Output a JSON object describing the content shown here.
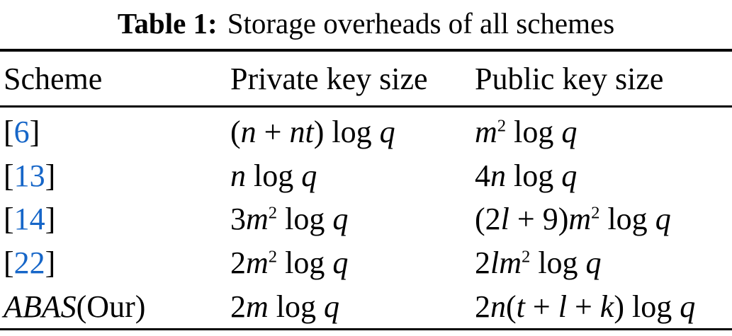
{
  "colors": {
    "background": "#ffffff",
    "text": "#000000",
    "citation_link": "#1666c8"
  },
  "caption": {
    "label": "Table 1:",
    "text": "Storage overheads of all schemes"
  },
  "table": {
    "headers": [
      {
        "label": "Scheme"
      },
      {
        "label": "Private key size"
      },
      {
        "label": "Public key size"
      }
    ],
    "rows": [
      {
        "scheme_text": "[6]",
        "private_key_text": "(n + nt) log q",
        "public_key_text": "m² log q",
        "scheme": [
          {
            "t": "[",
            "s": "up"
          },
          {
            "t": "6",
            "s": "link"
          },
          {
            "t": "]",
            "s": "up"
          }
        ],
        "private_key": [
          {
            "t": "(",
            "s": "up"
          },
          {
            "t": "n",
            "s": "it"
          },
          {
            "t": " + ",
            "s": "up"
          },
          {
            "t": "nt",
            "s": "it"
          },
          {
            "t": ") log ",
            "s": "up"
          },
          {
            "t": "q",
            "s": "it"
          }
        ],
        "public_key": [
          {
            "t": "m",
            "s": "it"
          },
          {
            "t": "2",
            "s": "sup"
          },
          {
            "t": " log ",
            "s": "up"
          },
          {
            "t": "q",
            "s": "it"
          }
        ]
      },
      {
        "scheme_text": "[13]",
        "private_key_text": "n log q",
        "public_key_text": "4n log q",
        "scheme": [
          {
            "t": "[",
            "s": "up"
          },
          {
            "t": "13",
            "s": "link"
          },
          {
            "t": "]",
            "s": "up"
          }
        ],
        "private_key": [
          {
            "t": "n",
            "s": "it"
          },
          {
            "t": " log ",
            "s": "up"
          },
          {
            "t": "q",
            "s": "it"
          }
        ],
        "public_key": [
          {
            "t": "4",
            "s": "up"
          },
          {
            "t": "n",
            "s": "it"
          },
          {
            "t": " log ",
            "s": "up"
          },
          {
            "t": "q",
            "s": "it"
          }
        ]
      },
      {
        "scheme_text": "[14]",
        "private_key_text": "3m² log q",
        "public_key_text": "(2l + 9)m² log q",
        "scheme": [
          {
            "t": "[",
            "s": "up"
          },
          {
            "t": "14",
            "s": "link"
          },
          {
            "t": "]",
            "s": "up"
          }
        ],
        "private_key": [
          {
            "t": "3",
            "s": "up"
          },
          {
            "t": "m",
            "s": "it"
          },
          {
            "t": "2",
            "s": "sup"
          },
          {
            "t": " log ",
            "s": "up"
          },
          {
            "t": "q",
            "s": "it"
          }
        ],
        "public_key": [
          {
            "t": "(2",
            "s": "up"
          },
          {
            "t": "l",
            "s": "it"
          },
          {
            "t": " + 9)",
            "s": "up"
          },
          {
            "t": "m",
            "s": "it"
          },
          {
            "t": "2",
            "s": "sup"
          },
          {
            "t": " log ",
            "s": "up"
          },
          {
            "t": "q",
            "s": "it"
          }
        ]
      },
      {
        "scheme_text": "[22]",
        "private_key_text": "2m² log q",
        "public_key_text": "2lm² log q",
        "scheme": [
          {
            "t": "[",
            "s": "up"
          },
          {
            "t": "22",
            "s": "link"
          },
          {
            "t": "]",
            "s": "up"
          }
        ],
        "private_key": [
          {
            "t": "2",
            "s": "up"
          },
          {
            "t": "m",
            "s": "it"
          },
          {
            "t": "2",
            "s": "sup"
          },
          {
            "t": " log ",
            "s": "up"
          },
          {
            "t": "q",
            "s": "it"
          }
        ],
        "public_key": [
          {
            "t": "2",
            "s": "up"
          },
          {
            "t": "lm",
            "s": "it"
          },
          {
            "t": "2",
            "s": "sup"
          },
          {
            "t": " log ",
            "s": "up"
          },
          {
            "t": "q",
            "s": "it"
          }
        ]
      },
      {
        "scheme_text": "ABAS(Our)",
        "private_key_text": "2m log q",
        "public_key_text": "2n(t + l + k) log q",
        "scheme": [
          {
            "t": "ABAS",
            "s": "it"
          },
          {
            "t": "(Our)",
            "s": "up"
          }
        ],
        "private_key": [
          {
            "t": "2",
            "s": "up"
          },
          {
            "t": "m",
            "s": "it"
          },
          {
            "t": " log ",
            "s": "up"
          },
          {
            "t": "q",
            "s": "it"
          }
        ],
        "public_key": [
          {
            "t": "2",
            "s": "up"
          },
          {
            "t": "n",
            "s": "it"
          },
          {
            "t": "(",
            "s": "up"
          },
          {
            "t": "t",
            "s": "it"
          },
          {
            "t": " + ",
            "s": "up"
          },
          {
            "t": "l",
            "s": "it"
          },
          {
            "t": " + ",
            "s": "up"
          },
          {
            "t": "k",
            "s": "it"
          },
          {
            "t": ") log ",
            "s": "up"
          },
          {
            "t": "q",
            "s": "it"
          }
        ]
      }
    ]
  }
}
